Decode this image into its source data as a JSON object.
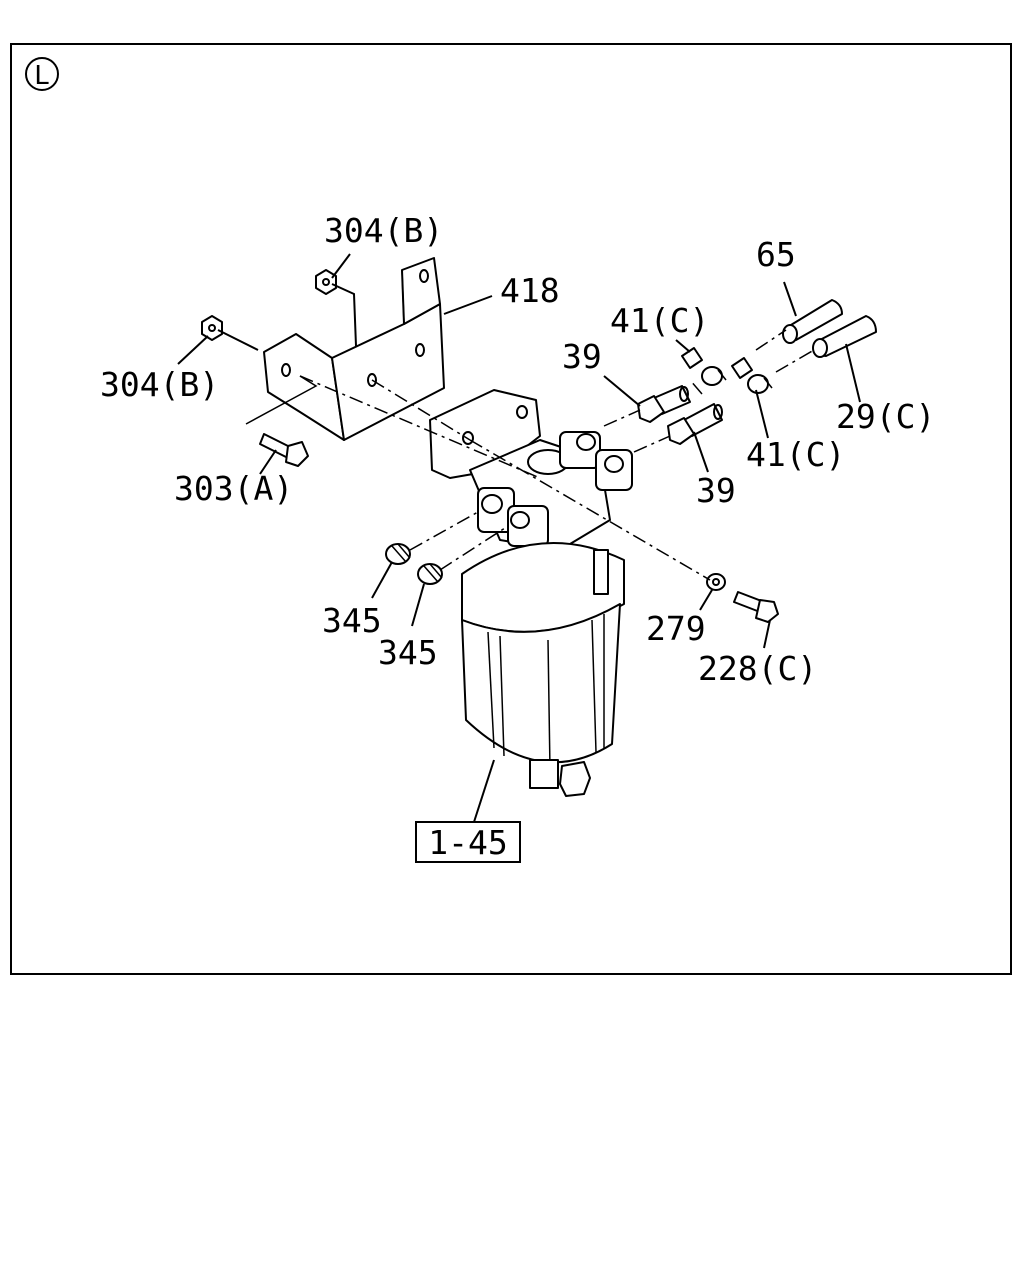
{
  "diagram": {
    "section_marker": "L",
    "labels": {
      "nut_top": "304(B)",
      "nut_left": "304(B)",
      "bracket": "418",
      "bolt_left": "303(A)",
      "fitting_top": "41(C)",
      "fitting_bottom": "41(C)",
      "connector_top": "39",
      "connector_bottom": "39",
      "hose_top": "65",
      "hose_bottom": "29(C)",
      "plug_left": "345",
      "plug_right": "345",
      "washer": "279",
      "bolt_right": "228(C)",
      "assembly": "1-45"
    }
  }
}
